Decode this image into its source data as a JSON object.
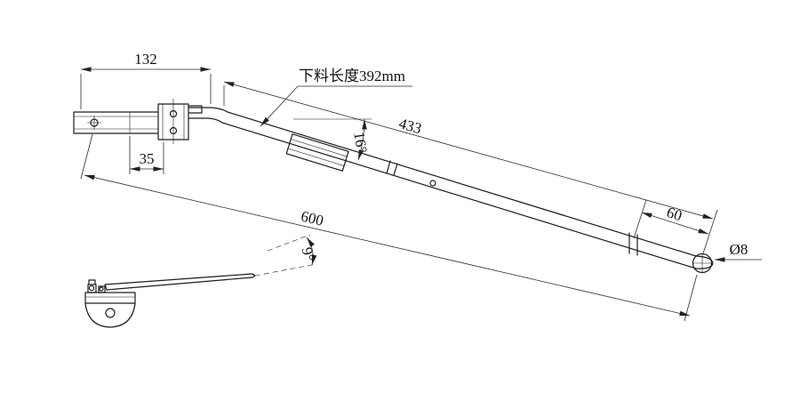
{
  "drawing": {
    "background": "#ffffff",
    "line_color": "#1c1c1c",
    "dim_color": "#2b2b2b",
    "dimensions": {
      "width_132": "132",
      "offset_35": "35",
      "cut_length_note": "下料长度392mm",
      "arm_length_433": "433",
      "bend_angle_16": "16°",
      "tip_length_60": "60",
      "overall_length_600": "600",
      "hole_diameter_8": "Ø8",
      "side_angle_9": "9°"
    }
  }
}
